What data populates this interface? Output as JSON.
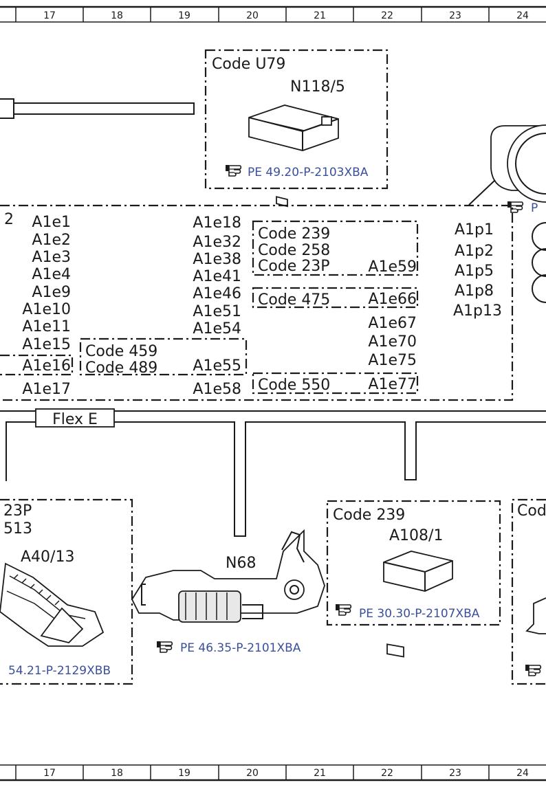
{
  "ruler": {
    "columns": [
      "17",
      "18",
      "19",
      "20",
      "21",
      "22",
      "23",
      "24"
    ]
  },
  "flex": {
    "label": "Flex E"
  },
  "u79_box": {
    "code": "Code U79",
    "component": "N118/5",
    "ref": "PE 49.20-P-2103XBA"
  },
  "connector_panel": {
    "partial_left": "2",
    "col1": [
      "A1e1",
      "A1e2",
      "A1e3",
      "A1e4",
      "A1e9",
      "A1e10",
      "A1e11",
      "A1e15",
      "A1e16",
      "A1e17"
    ],
    "col2": [
      "A1e18",
      "A1e32",
      "A1e38",
      "A1e41",
      "A1e46",
      "A1e51",
      "A1e54",
      "A1e55",
      "A1e58"
    ],
    "box239": {
      "codes": [
        "Code 239",
        "Code 258",
        "Code 23P"
      ],
      "pin": "A1e59"
    },
    "box475": {
      "code": "Code 475",
      "pin": "A1e66"
    },
    "col3": [
      "A1e67",
      "A1e70",
      "A1e75"
    ],
    "box550": {
      "code": "Code 550",
      "pin": "A1e77"
    },
    "box459": {
      "codes": [
        "Code 459",
        "Code 489"
      ]
    },
    "col4": [
      "A1p1",
      "A1p2",
      "A1p5",
      "A1p8",
      "A1p13"
    ]
  },
  "right_partial_ref": "P",
  "a40_box": {
    "codes": [
      "23P",
      "513"
    ],
    "component": "A40/13",
    "ref": "54.21-P-2129XBB"
  },
  "n68": {
    "component": "N68",
    "ref": "PE 46.35-P-2101XBA"
  },
  "a108_box": {
    "code": "Code 239",
    "component": "A108/1",
    "ref": "PE 30.30-P-2107XBA"
  },
  "right_box": {
    "code": "Cod"
  },
  "icons": [
    "hand-pointer-icon"
  ]
}
